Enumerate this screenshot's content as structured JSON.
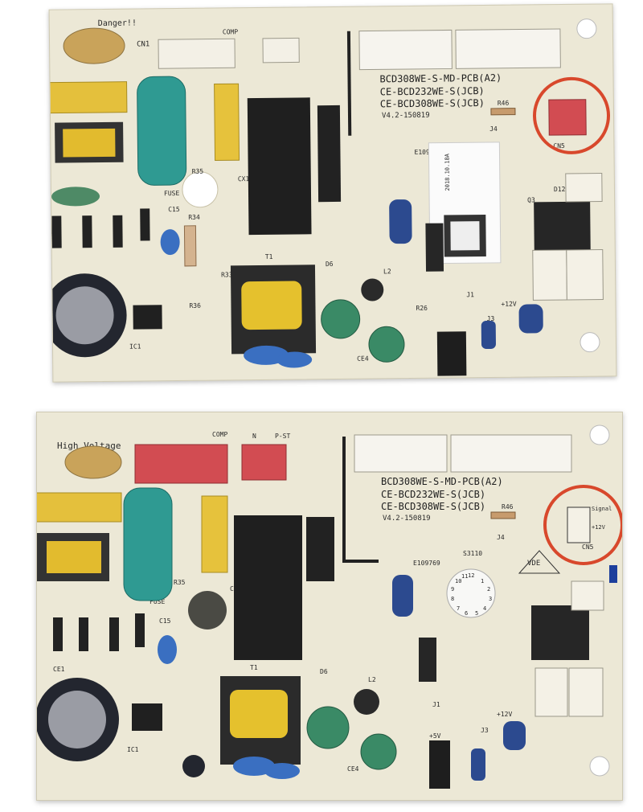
{
  "top_board": {
    "danger_label": "Danger!!",
    "cn1_label": "CN1",
    "comp_label": "COMP",
    "model_line1": "BCD308WE-S-MD-PCB(A2)",
    "model_line2": "CE-BCD232WE-S(JCB)",
    "model_line3": "CE-BCD308WE-S(JCB)",
    "version": "V4.2-150819",
    "r46": "R46",
    "j4": "J4",
    "cn5": "CN5",
    "e109": "E109",
    "fuse": "FUSE",
    "t1": "T1",
    "q3": "Q3",
    "d12": "D12",
    "r34": "R34",
    "c15": "C15",
    "r33": "R33",
    "r35": "R35",
    "d6": "D6",
    "l2": "L2",
    "r26": "R26",
    "j1": "J1",
    "j3": "J3",
    "v12": "+12V",
    "ce4": "CE4",
    "ic1": "IC1",
    "cx1": "CX1",
    "r36": "R36",
    "sticker": "2018.10.18A"
  },
  "bottom_board": {
    "high_voltage": "High Voltage",
    "comp_label": "COMP",
    "n_label": "N",
    "pst_label": "P-ST",
    "model_line1": "BCD308WE-S-MD-PCB(A2)",
    "model_line2": "CE-BCD232WE-S(JCB)",
    "model_line3": "CE-BCD308WE-S(JCB)",
    "version": "V4.2-150819",
    "r46": "R46",
    "j4": "J4",
    "cn5": "CN5",
    "signal": "Signal",
    "plus12": "+12V",
    "e109769": "E109769",
    "s3110": "S3110",
    "vde": "VDE",
    "fuse": "FUSE",
    "t1": "T1",
    "r35": "R35",
    "c15": "C15",
    "d6": "D6",
    "l2": "L2",
    "j1": "J1",
    "j3": "J3",
    "v5": "+5V",
    "v12": "+12V",
    "ce4": "CE4",
    "ic1": "IC1",
    "cx1": "CX1",
    "ce1": "CE1",
    "dial_numbers": [
      "12",
      "1",
      "2",
      "3",
      "4",
      "5",
      "6",
      "7",
      "8",
      "9",
      "10",
      "11"
    ]
  },
  "colors": {
    "pcb": "#ece8d6",
    "highlight": "#d8482c",
    "connector_red": "#d24c52",
    "capacitor_yellow": "#e7c02c",
    "xcap_teal": "#2f9a92",
    "relay_black": "#222222"
  }
}
